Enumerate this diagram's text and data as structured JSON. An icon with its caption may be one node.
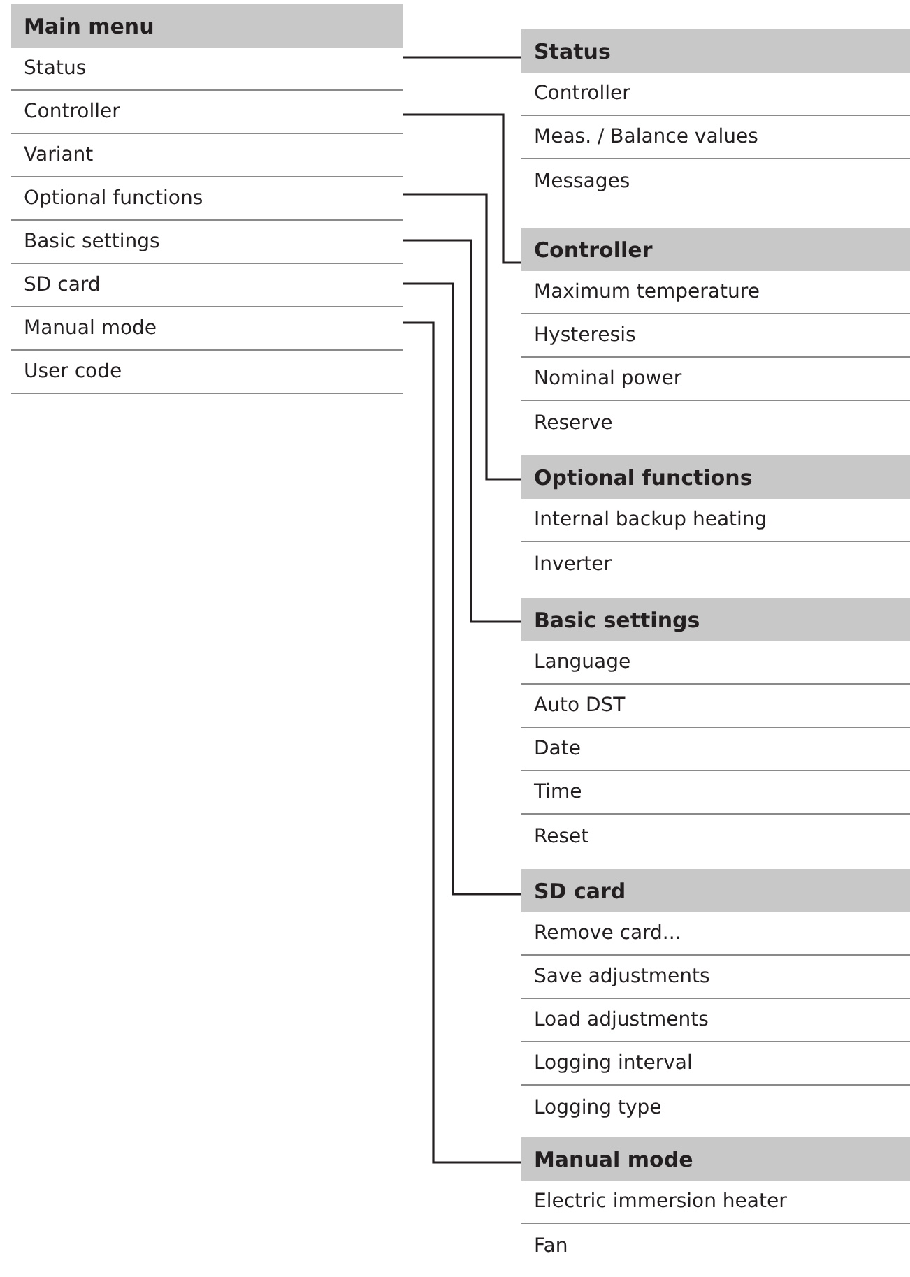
{
  "diagram": {
    "nodes": [
      {
        "text": [
          "Main menu"
        ]
      },
      {
        "text": [
          "Status"
        ]
      },
      {
        "text": [
          "Controller"
        ]
      },
      {
        "text": [
          "Variant"
        ]
      },
      {
        "text": [
          "Optional functions"
        ]
      },
      {
        "text": [
          "Basic settings"
        ]
      },
      {
        "text": [
          "SD card"
        ]
      },
      {
        "text": [
          "Manual mode"
        ]
      },
      {
        "text": [
          "User code"
        ]
      },
      {
        "text": [
          "Status"
        ]
      },
      {
        "text": [
          "Controller"
        ]
      },
      {
        "text": [
          "Meas. / Balance values"
        ]
      },
      {
        "text": [
          "Messages"
        ]
      },
      {
        "text": [
          "Controller"
        ]
      },
      {
        "text": [
          "Maximum temperature"
        ]
      },
      {
        "text": [
          "Hysteresis"
        ]
      },
      {
        "text": [
          "Nominal power"
        ]
      },
      {
        "text": [
          "Reserve"
        ]
      },
      {
        "text": [
          "Optional functions"
        ]
      },
      {
        "text": [
          "Internal backup heating"
        ]
      },
      {
        "text": [
          "Inverter"
        ]
      },
      {
        "text": [
          "Basic settings"
        ]
      },
      {
        "text": [
          "Language"
        ]
      },
      {
        "text": [
          "Auto DST"
        ]
      },
      {
        "text": [
          "Date"
        ]
      },
      {
        "text": [
          "Time"
        ]
      },
      {
        "text": [
          "Reset"
        ]
      },
      {
        "text": [
          "SD card"
        ]
      },
      {
        "text": [
          "Remove card..."
        ]
      },
      {
        "text": [
          "Save adjustments"
        ]
      },
      {
        "text": [
          "Load adjustments"
        ]
      },
      {
        "text": [
          "Logging interval"
        ]
      },
      {
        "text": [
          "Logging type"
        ]
      },
      {
        "text": [
          "Manual mode"
        ]
      },
      {
        "text": [
          "Electric immersion heater"
        ]
      },
      {
        "text": [
          "Fan"
        ]
      }
    ],
    "edges": [
      {
        "from": 1,
        "to": 9,
        "arrow": "none"
      },
      {
        "from": 2,
        "to": 13,
        "arrow": "none"
      },
      {
        "from": 4,
        "to": 18,
        "arrow": "none"
      },
      {
        "from": 5,
        "to": 21,
        "arrow": "none"
      },
      {
        "from": 6,
        "to": 27,
        "arrow": "none"
      },
      {
        "from": 7,
        "to": 33,
        "arrow": "none"
      }
    ]
  }
}
